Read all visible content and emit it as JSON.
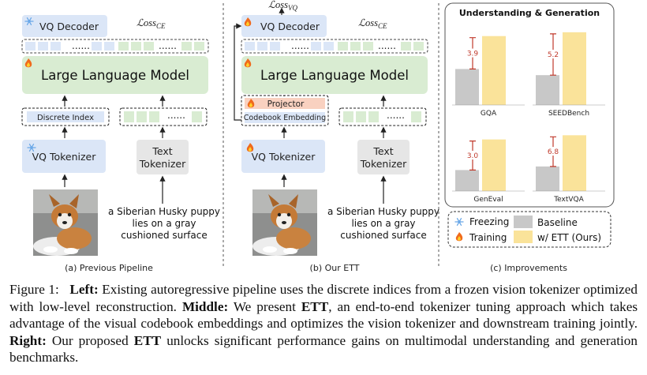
{
  "left": {
    "decoder": "VQ Decoder",
    "loss": "ℒoss",
    "loss_sub": "CE",
    "llm": "Large Language Model",
    "index": "Discrete Index",
    "tokenizer": "VQ Tokenizer",
    "text_tokenizer": [
      "Text",
      "Tokenizer"
    ],
    "caption": [
      "a Siberian Husky puppy",
      "lies on a gray",
      "cushioned surface"
    ],
    "label": "(a) Previous Pipeline"
  },
  "middle": {
    "decoder": "VQ Decoder",
    "loss_top": "ℒoss",
    "loss_top_sub": "VQ",
    "loss": "ℒoss",
    "loss_sub": "CE",
    "llm": "Large Language Model",
    "projector": "Projector",
    "codebook": "Codebook Embedding",
    "tokenizer": "VQ Tokenizer",
    "text_tokenizer": [
      "Text",
      "Tokenizer"
    ],
    "caption": [
      "a Siberian Husky puppy",
      "lies on a gray",
      "cushioned surface"
    ],
    "label": "(b) Our ETT"
  },
  "right": {
    "title": "Understanding & Generation",
    "label": "(c) Improvements",
    "legend": {
      "freezing": "Freezing",
      "training": "Training",
      "baseline": "Baseline",
      "ours": "w/ ETT (Ours)"
    }
  },
  "chart_data": {
    "type": "bar",
    "title": "Understanding & Generation",
    "series_names": [
      "Baseline",
      "w/ ETT (Ours)"
    ],
    "panels": [
      {
        "name": "GQA",
        "gain": 3.9,
        "baseline_level": 0.47,
        "ours_level": 0.9
      },
      {
        "name": "SEEDBench",
        "gain": 5.2,
        "baseline_level": 0.39,
        "ours_level": 0.95
      },
      {
        "name": "GenEval",
        "gain": 3.0,
        "baseline_level": 0.35,
        "ours_level": 0.86
      },
      {
        "name": "TextVQA",
        "gain": 6.8,
        "baseline_level": 0.41,
        "ours_level": 0.93
      }
    ],
    "colors": {
      "baseline": "#c8c8c8",
      "ours": "#fae39a",
      "gain": "#c0392b"
    }
  },
  "caption": {
    "fig": "Figure 1:",
    "left_b": "Left:",
    "left_t": "Existing autoregressive pipeline uses the discrete indices from a frozen vision tokenizer optimized with low-level reconstruction.",
    "mid_b": "Middle:",
    "mid_t1": "We present",
    "ett1": "ETT",
    "mid_t2": ", an end-to-end tokenizer tuning approach which takes advantage of the visual codebook embeddings and optimizes the vision tokenizer and downstream training jointly.",
    "right_b": "Right:",
    "right_t1": "Our proposed",
    "ett2": "ETT",
    "right_t2": "unlocks significant performance gains on multimodal understanding and generation benchmarks."
  },
  "colors": {
    "blue": "#dbe6f7",
    "green": "#d9ecd2",
    "gray": "#e6e6e6",
    "orange": "#f9d1c0",
    "fire": "#f06a1c",
    "snow": "#6aa8e8"
  }
}
